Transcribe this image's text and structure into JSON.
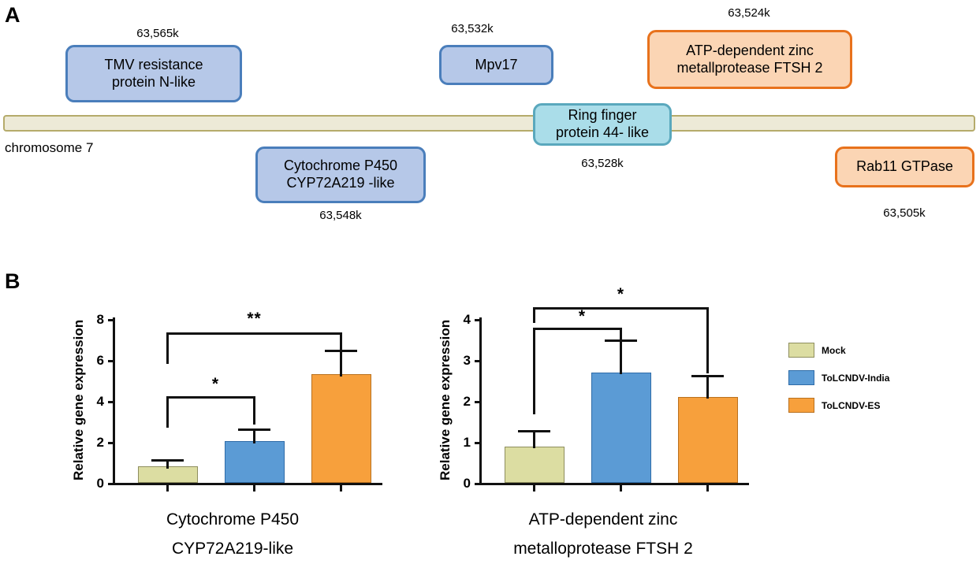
{
  "figure": {
    "panel_a_letter": "A",
    "panel_b_letter": "B"
  },
  "panel_a": {
    "chromosome_label": "chromosome 7",
    "genes": [
      {
        "name": "TMV resistance protein N-like",
        "line1": "TMV resistance",
        "line2": "protein N-like",
        "coordinate": "63,565k",
        "color": "blue",
        "position": "above"
      },
      {
        "name": "Cytochrome P450 CYP72A219 -like",
        "line1": "Cytochrome P450",
        "line2": "CYP72A219 -like",
        "coordinate": "63,548k",
        "color": "blue",
        "position": "below"
      },
      {
        "name": "Mpv17",
        "line1": "Mpv17",
        "line2": "",
        "coordinate": "63,532k",
        "color": "blue",
        "position": "above"
      },
      {
        "name": "Ring finger protein 44- like",
        "line1": "Ring finger",
        "line2": "protein 44- like",
        "coordinate": "63,528k",
        "color": "cyan",
        "position": "on-bar"
      },
      {
        "name": "ATP-dependent zinc metallprotease FTSH 2",
        "line1": "ATP-dependent zinc",
        "line2": "metallprotease FTSH 2",
        "coordinate": "63,524k",
        "color": "orange",
        "position": "above"
      },
      {
        "name": "Rab11 GTPase",
        "line1": "Rab11 GTPase",
        "line2": "",
        "coordinate": "63,505k",
        "color": "orange",
        "position": "below"
      }
    ],
    "colors": {
      "blue_fill": "#b6c8e8",
      "blue_border": "#4a7ebb",
      "cyan_fill": "#aadde9",
      "cyan_border": "#5aa8bd",
      "orange_fill": "#fbd5b4",
      "orange_border": "#e8721c",
      "chromosome_fill": "#edead7",
      "chromosome_border": "#b5ab6b"
    }
  },
  "panel_b": {
    "legend": {
      "items": [
        {
          "label": "Mock",
          "color": "#dcdda2"
        },
        {
          "label": "ToLCNDV-India",
          "color": "#5b9bd5"
        },
        {
          "label": "ToLCNDV-ES",
          "color": "#f7a03c"
        }
      ]
    },
    "charts": [
      {
        "id": "cyp72a219",
        "caption_line1": "Cytochrome P450",
        "caption_line2": "CYP72A219-like",
        "ylabel": "Relative gene expression",
        "yticks": [
          "0",
          "2",
          "4",
          "6",
          "8"
        ],
        "ylim_max": 8,
        "categories": [
          "Mock",
          "ToLCNDV-India",
          "ToLCNDV-ES"
        ],
        "values": [
          0.8,
          2.05,
          5.3
        ],
        "errors_upper": [
          1.17,
          2.65,
          6.5
        ],
        "significance": [
          {
            "from": "Mock",
            "to": "ToLCNDV-India",
            "mark": "*"
          },
          {
            "from": "Mock",
            "to": "ToLCNDV-ES",
            "mark": "**"
          }
        ]
      },
      {
        "id": "ftsh2",
        "caption_line1": "ATP-dependent zinc",
        "caption_line2": "metalloprotease FTSH 2",
        "ylabel": "Relative gene expression",
        "yticks": [
          "0",
          "1",
          "2",
          "3",
          "4"
        ],
        "ylim_max": 4,
        "categories": [
          "Mock",
          "ToLCNDV-India",
          "ToLCNDV-ES"
        ],
        "values": [
          0.88,
          2.7,
          2.1
        ],
        "errors_upper": [
          1.3,
          3.5,
          2.63
        ],
        "significance": [
          {
            "from": "Mock",
            "to": "ToLCNDV-India",
            "mark": "*"
          },
          {
            "from": "Mock",
            "to": "ToLCNDV-ES",
            "mark": "*"
          }
        ]
      }
    ]
  },
  "chart_data": [
    {
      "type": "bar",
      "title": "Cytochrome P450 CYP72A219-like",
      "xlabel": "",
      "ylabel": "Relative gene expression",
      "categories": [
        "Mock",
        "ToLCNDV-India",
        "ToLCNDV-ES"
      ],
      "values": [
        0.8,
        2.05,
        5.3
      ],
      "error_upper": [
        0.37,
        0.6,
        1.2
      ],
      "ylim": [
        0,
        8
      ],
      "yticks": [
        0,
        2,
        4,
        6,
        8
      ],
      "grid": false,
      "legend_position": "right-outside",
      "annotations": [
        {
          "text": "*",
          "between": [
            "Mock",
            "ToLCNDV-India"
          ]
        },
        {
          "text": "**",
          "between": [
            "Mock",
            "ToLCNDV-ES"
          ]
        }
      ]
    },
    {
      "type": "bar",
      "title": "ATP-dependent zinc metalloprotease FTSH 2",
      "xlabel": "",
      "ylabel": "Relative gene expression",
      "categories": [
        "Mock",
        "ToLCNDV-India",
        "ToLCNDV-ES"
      ],
      "values": [
        0.88,
        2.7,
        2.1
      ],
      "error_upper": [
        0.42,
        0.8,
        0.53
      ],
      "ylim": [
        0,
        4
      ],
      "yticks": [
        0,
        1,
        2,
        3,
        4
      ],
      "grid": false,
      "legend_position": "right-outside",
      "annotations": [
        {
          "text": "*",
          "between": [
            "Mock",
            "ToLCNDV-India"
          ]
        },
        {
          "text": "*",
          "between": [
            "Mock",
            "ToLCNDV-ES"
          ]
        }
      ]
    }
  ]
}
